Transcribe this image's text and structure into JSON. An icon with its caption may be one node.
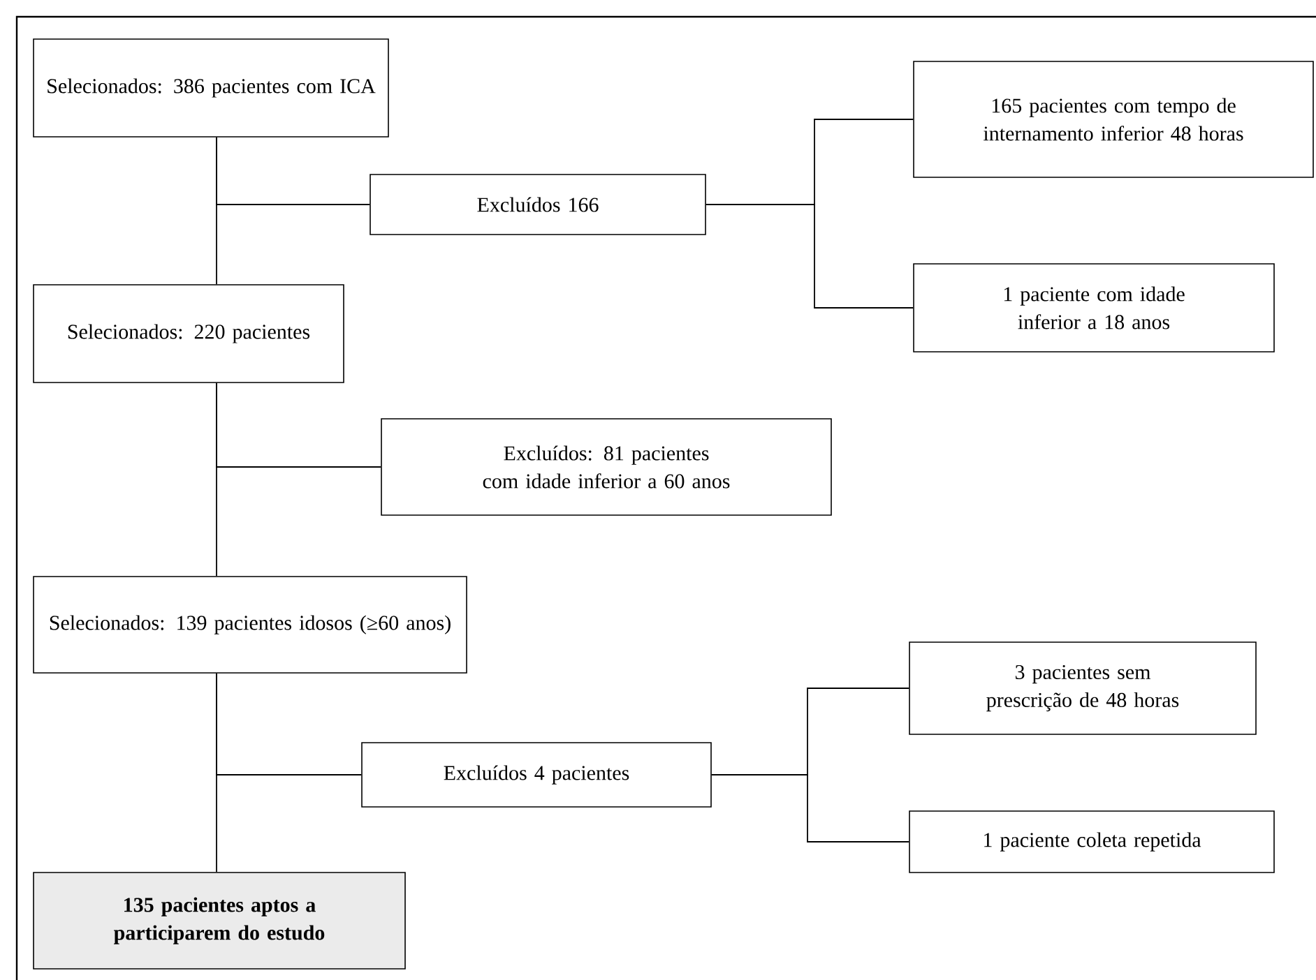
{
  "diagram": {
    "nodes": [
      {
        "text": [
          "Selecionados: 386 pacientes com ICA"
        ]
      },
      {
        "text": [
          "Excluídos 166"
        ]
      },
      {
        "text": [
          "165 pacientes com tempo de internamento inferior 48 horas"
        ]
      },
      {
        "text": [
          "1 paciente com idade inferior a 18 anos"
        ]
      },
      {
        "text": [
          "Selecionados: 220 pacientes"
        ]
      },
      {
        "text": [
          "Excluídos: 81 pacientes com idade inferior a 60 anos"
        ]
      },
      {
        "text": [
          "Selecionados: 139 pacientes idosos (≥60 anos)"
        ]
      },
      {
        "text": [
          "Excluídos 4 pacientes"
        ]
      },
      {
        "text": [
          "3 pacientes sem prescrição de 48 horas"
        ]
      },
      {
        "text": [
          "1 paciente coleta repetida"
        ]
      },
      {
        "text": [
          "135 pacientes aptos a participarem do estudo"
        ]
      }
    ],
    "edges": [
      {
        "from": 0,
        "to": 4,
        "arrow": "none"
      },
      {
        "from": 0,
        "to": 1,
        "arrow": "none"
      },
      {
        "from": 1,
        "to": 2,
        "arrow": "none"
      },
      {
        "from": 1,
        "to": 3,
        "arrow": "none"
      },
      {
        "from": 4,
        "to": 6,
        "arrow": "none"
      },
      {
        "from": 4,
        "to": 5,
        "arrow": "none"
      },
      {
        "from": 6,
        "to": 10,
        "arrow": "none"
      },
      {
        "from": 6,
        "to": 7,
        "arrow": "none"
      },
      {
        "from": 7,
        "to": 8,
        "arrow": "none"
      },
      {
        "from": 7,
        "to": 9,
        "arrow": "none"
      }
    ]
  }
}
